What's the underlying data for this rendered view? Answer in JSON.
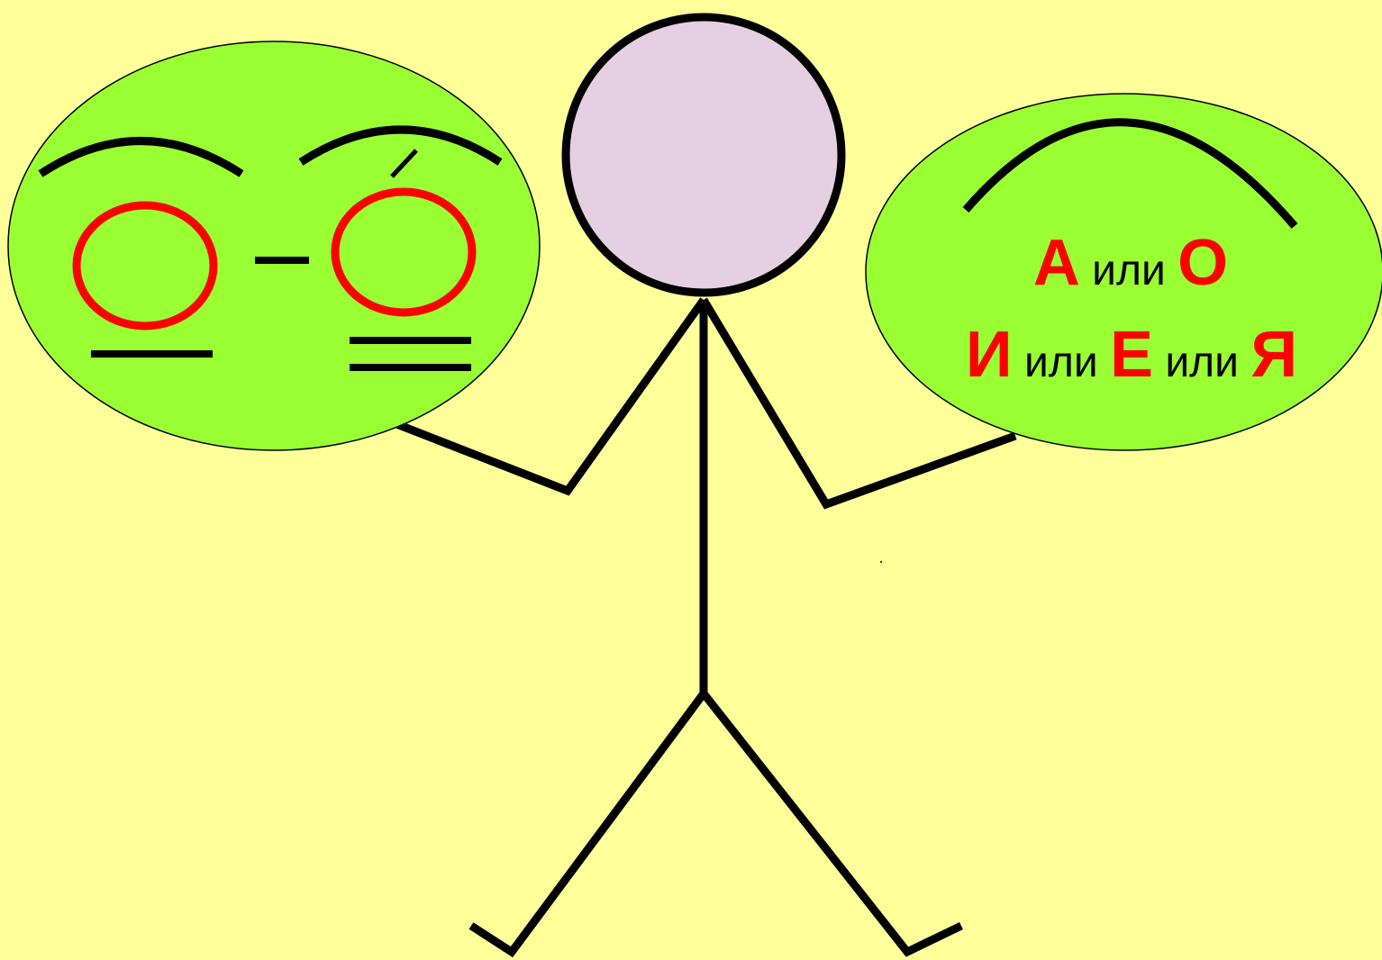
{
  "colors": {
    "background": "#FFFF99",
    "bubble_fill": "#99FF33",
    "head_fill": "#E6CFE0",
    "stroke": "#000000",
    "vowel_red": "#FF0000"
  },
  "icons": {
    "left_bubble": [
      "arc-icon",
      "circle-icon",
      "dash-icon",
      "stress-mark-icon",
      "underline-icon",
      "double-underline-icon"
    ],
    "right_bubble": [
      "arc-icon"
    ]
  },
  "right_bubble": {
    "line1": {
      "letter1": "А",
      "connector": " или ",
      "letter2": "О"
    },
    "line2": {
      "letter1": "И",
      "connector1": " или ",
      "letter2": "Е",
      "connector2": " или ",
      "letter3": "Я"
    }
  }
}
